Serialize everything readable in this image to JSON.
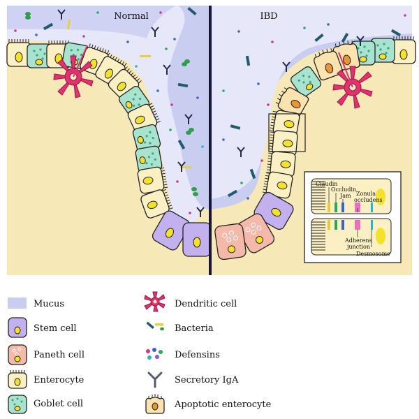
{
  "panels": {
    "normal": "Normal",
    "ibd": "IBD"
  },
  "inset": {
    "claudin": "Claudin",
    "occludin": "Occludin",
    "jam": "Jam",
    "zonula_occludens_1": "Zonula",
    "zonula_occludens_2": "occludens",
    "adherens_1": "Adherens",
    "adherens_2": "junction",
    "desmosome": "Desmosome"
  },
  "legend": {
    "mucus": "Mucus",
    "stem_cell": "Stem cell",
    "paneth_cell": "Paneth cell",
    "enterocyte": "Enterocyte",
    "goblet_cell": "Goblet cell",
    "dendritic_cell": "Dendritic cell",
    "bacteria": "Bacteria",
    "defensins": "Defensins",
    "secretory_iga": "Secretory IgA",
    "apoptotic_enterocyte": "Apoptotic enterocyte"
  },
  "colors": {
    "mucus": "#c9cdf0",
    "lumen": "#e6e7f8",
    "tissue": "#f7e8b8",
    "enterocyte": "#fbf0c3",
    "goblet": "#a7e3cf",
    "stem": "#c3b0ef",
    "paneth": "#f5b9aa",
    "dendritic": "#e0336e",
    "bacteria": "#1f5a6e",
    "nucleus": "#f3e22a",
    "divider": "#16163a"
  }
}
